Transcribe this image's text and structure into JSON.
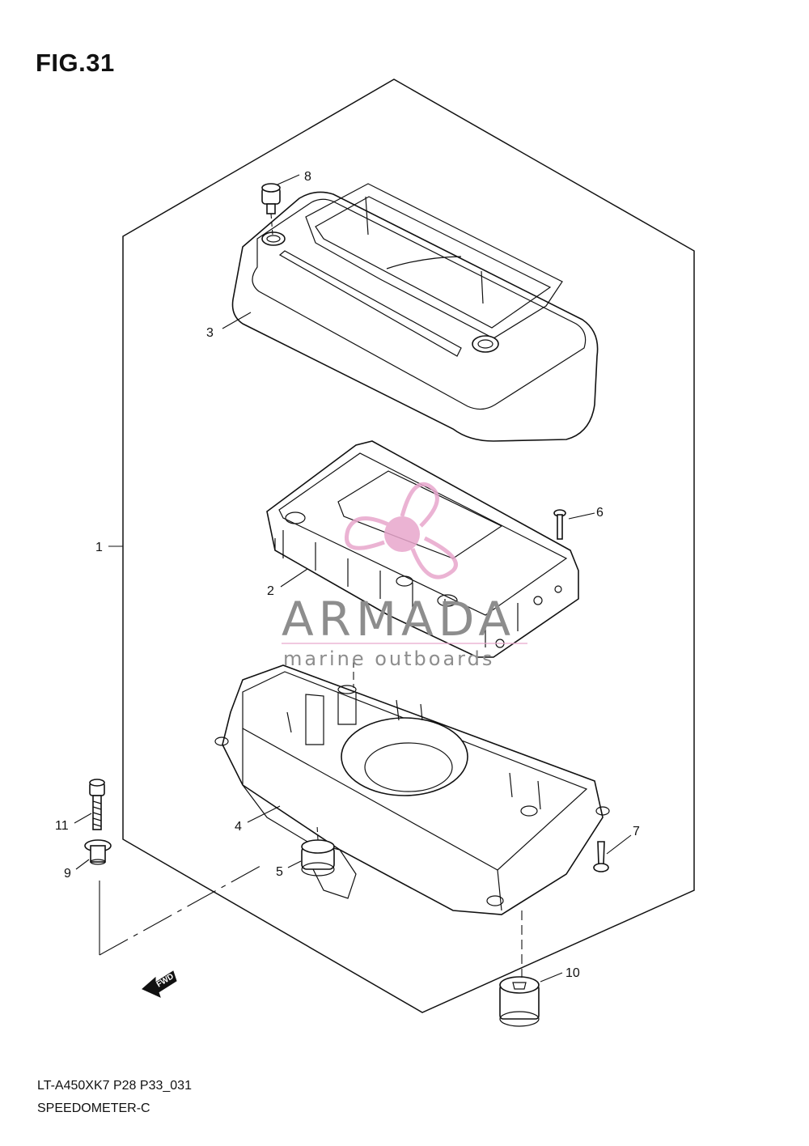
{
  "figure": {
    "title": "FIG.31",
    "code": "LT-A450XK7 P28 P33_031",
    "name": "SPEEDOMETER-C"
  },
  "callouts": [
    "1",
    "2",
    "3",
    "4",
    "5",
    "6",
    "7",
    "8",
    "9",
    "10",
    "11"
  ],
  "watermark": {
    "brand": "ARMADA",
    "tagline": "marine outboards",
    "brand_color": "#8d8d8d",
    "logo_color": "#e8a6cc"
  },
  "fwd_label": "FWD"
}
